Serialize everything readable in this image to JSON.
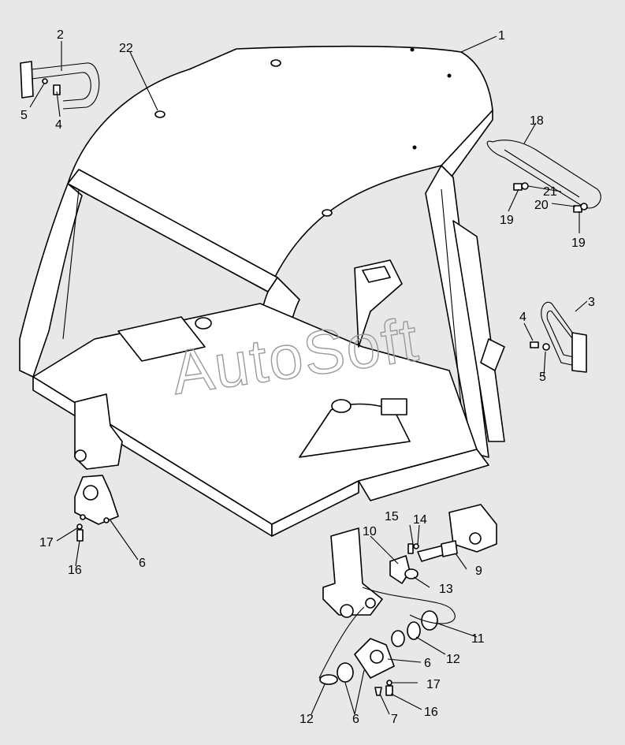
{
  "watermark": "AutoSoft",
  "callouts": [
    {
      "id": "c1",
      "label": "1"
    },
    {
      "id": "c2",
      "label": "2"
    },
    {
      "id": "c3",
      "label": "3"
    },
    {
      "id": "c4a",
      "label": "4"
    },
    {
      "id": "c4b",
      "label": "4"
    },
    {
      "id": "c5a",
      "label": "5"
    },
    {
      "id": "c5b",
      "label": "5"
    },
    {
      "id": "c6a",
      "label": "6"
    },
    {
      "id": "c6b",
      "label": "6"
    },
    {
      "id": "c6c",
      "label": "6"
    },
    {
      "id": "c7",
      "label": "7"
    },
    {
      "id": "c9",
      "label": "9"
    },
    {
      "id": "c10",
      "label": "10"
    },
    {
      "id": "c11",
      "label": "11"
    },
    {
      "id": "c12a",
      "label": "12"
    },
    {
      "id": "c12b",
      "label": "12"
    },
    {
      "id": "c13",
      "label": "13"
    },
    {
      "id": "c14",
      "label": "14"
    },
    {
      "id": "c15",
      "label": "15"
    },
    {
      "id": "c16a",
      "label": "16"
    },
    {
      "id": "c16b",
      "label": "16"
    },
    {
      "id": "c17a",
      "label": "17"
    },
    {
      "id": "c17b",
      "label": "17"
    },
    {
      "id": "c18",
      "label": "18"
    },
    {
      "id": "c19a",
      "label": "19"
    },
    {
      "id": "c19b",
      "label": "19"
    },
    {
      "id": "c20",
      "label": "20"
    },
    {
      "id": "c21",
      "label": "21"
    },
    {
      "id": "c22",
      "label": "22"
    }
  ]
}
